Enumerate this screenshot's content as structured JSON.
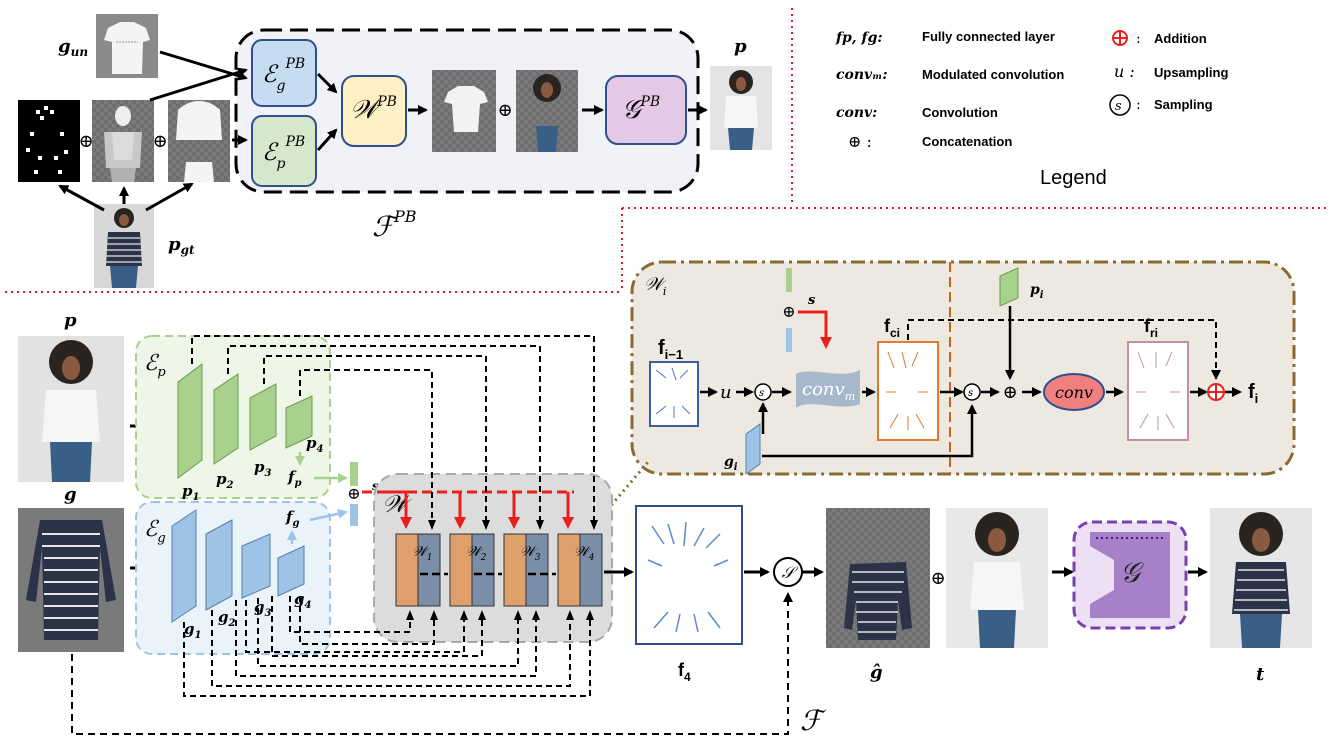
{
  "colors": {
    "encoder_p_fill": "#a9d18e",
    "encoder_g_fill": "#9dc3e6",
    "warp_fill": "#fff2cc",
    "generator_fill": "#e4c9e6",
    "generator_main": "#a781c7",
    "module_bg": "#f0ede6",
    "module_border": "#8a6a32",
    "warp_left": "#e0a06c",
    "warp_right": "#7a8ea8",
    "red_flow": "#e8201c",
    "conv_oval": "#f08080"
  },
  "top": {
    "g_un": "g",
    "g_un_sub": "un",
    "p_gt": "p",
    "p_gt_sub": "gt",
    "eg_pb": "ℰ",
    "eg_pb_sub": "g",
    "eg_pb_sup": "PB",
    "ep_pb": "ℰ",
    "ep_pb_sub": "p",
    "ep_pb_sup": "PB",
    "w_pb": "𝒲",
    "w_pb_sup": "PB",
    "g_pb": "𝒢",
    "g_pb_sup": "PB",
    "p_out": "p",
    "f_pb": "ℱ",
    "f_pb_sup": "PB",
    "oplus": "⊕"
  },
  "legend": {
    "items": [
      {
        "sym": "fp, fg:",
        "text": "Fully connected layer"
      },
      {
        "sym": "convₘ:",
        "text": "Modulated convolution"
      },
      {
        "sym": "conv:",
        "text": "Convolution"
      },
      {
        "sym": "⊕ :",
        "text": "Concatenation"
      },
      {
        "sym": "⊕ :",
        "text": "Addition"
      },
      {
        "sym": "u :",
        "text": "Upsampling"
      },
      {
        "sym": "s :",
        "text": "Sampling"
      }
    ],
    "title": "Legend"
  },
  "bottom": {
    "p": "p",
    "g": "g",
    "ep": "ℰ",
    "ep_sub": "p",
    "eg": "ℰ",
    "eg_sub": "g",
    "p1": "p",
    "p1_sub": "1",
    "p2": "p",
    "p2_sub": "2",
    "p3": "p",
    "p3_sub": "3",
    "p4": "p",
    "p4_sub": "4",
    "g1": "g",
    "g1_sub": "1",
    "g2": "g",
    "g2_sub": "2",
    "g3": "g",
    "g3_sub": "3",
    "g4": "g",
    "g4_sub": "4",
    "fp": "f",
    "fp_sub": "p",
    "fg": "f",
    "fg_sub": "g",
    "s": "s",
    "W": "𝒲",
    "W1": "𝒲",
    "W1_sub": "1",
    "W2": "𝒲",
    "W2_sub": "2",
    "W3": "𝒲",
    "W3_sub": "3",
    "W4": "𝒲",
    "W4_sub": "4",
    "f4": "f",
    "f4_sub": "4",
    "sampling": "𝒮",
    "ghat": "ĝ",
    "t": "t",
    "G": "𝒢",
    "F": "ℱ"
  },
  "module": {
    "Wi": "𝒲",
    "Wi_sub": "i",
    "fi1": "f",
    "fi1_sub": "i−1",
    "u": "u",
    "s_small": "s",
    "conv_m": "conv",
    "conv_m_sub": "m",
    "fci": "f",
    "fci_sub": "ci",
    "gi": "g",
    "gi_sub": "i",
    "pi": "p",
    "pi_sub": "i",
    "conv": "conv",
    "fri": "f",
    "fri_sub": "ri",
    "fi": "f",
    "fi_sub": "i",
    "s_label": "s"
  }
}
